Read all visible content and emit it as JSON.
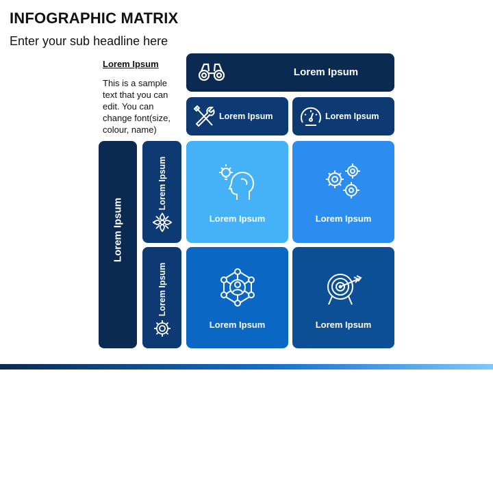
{
  "title": "INFOGRAPHIC MATRIX",
  "subtitle": "Enter your sub headline here",
  "note": {
    "heading": "Lorem Ipsum",
    "body": "This is a sample text that you can edit. You can change font(size, colour, name)"
  },
  "top_header": {
    "label": "Lorem Ipsum",
    "icon": "binoculars-icon"
  },
  "column_headers": [
    {
      "label": "Lorem Ipsum",
      "icon": "tools-icon"
    },
    {
      "label": "Lorem Ipsum",
      "icon": "speedometer-icon"
    }
  ],
  "side_header": {
    "label": "Lorem Ipsum",
    "icon": "award-badge-icon"
  },
  "row_headers": [
    {
      "label": "Lorem Ipsum",
      "icon": "lotus-icon"
    },
    {
      "label": "Lorem Ipsum",
      "icon": "gear-icon"
    }
  ],
  "cells": [
    {
      "label": "Lorem Ipsum",
      "icon": "idea-head-icon"
    },
    {
      "label": "Lorem Ipsum",
      "icon": "gears-icon"
    },
    {
      "label": "Lorem Ipsum",
      "icon": "network-user-icon"
    },
    {
      "label": "Lorem Ipsum",
      "icon": "target-arrow-icon"
    }
  ],
  "colors": {
    "navy": "#0b2a52",
    "header_mid": "#0d3a73",
    "cell_light": "#45b1f6",
    "cell_sky": "#2c8df0",
    "cell_blue": "#0a68c4",
    "cell_deep": "#0d4f94"
  }
}
